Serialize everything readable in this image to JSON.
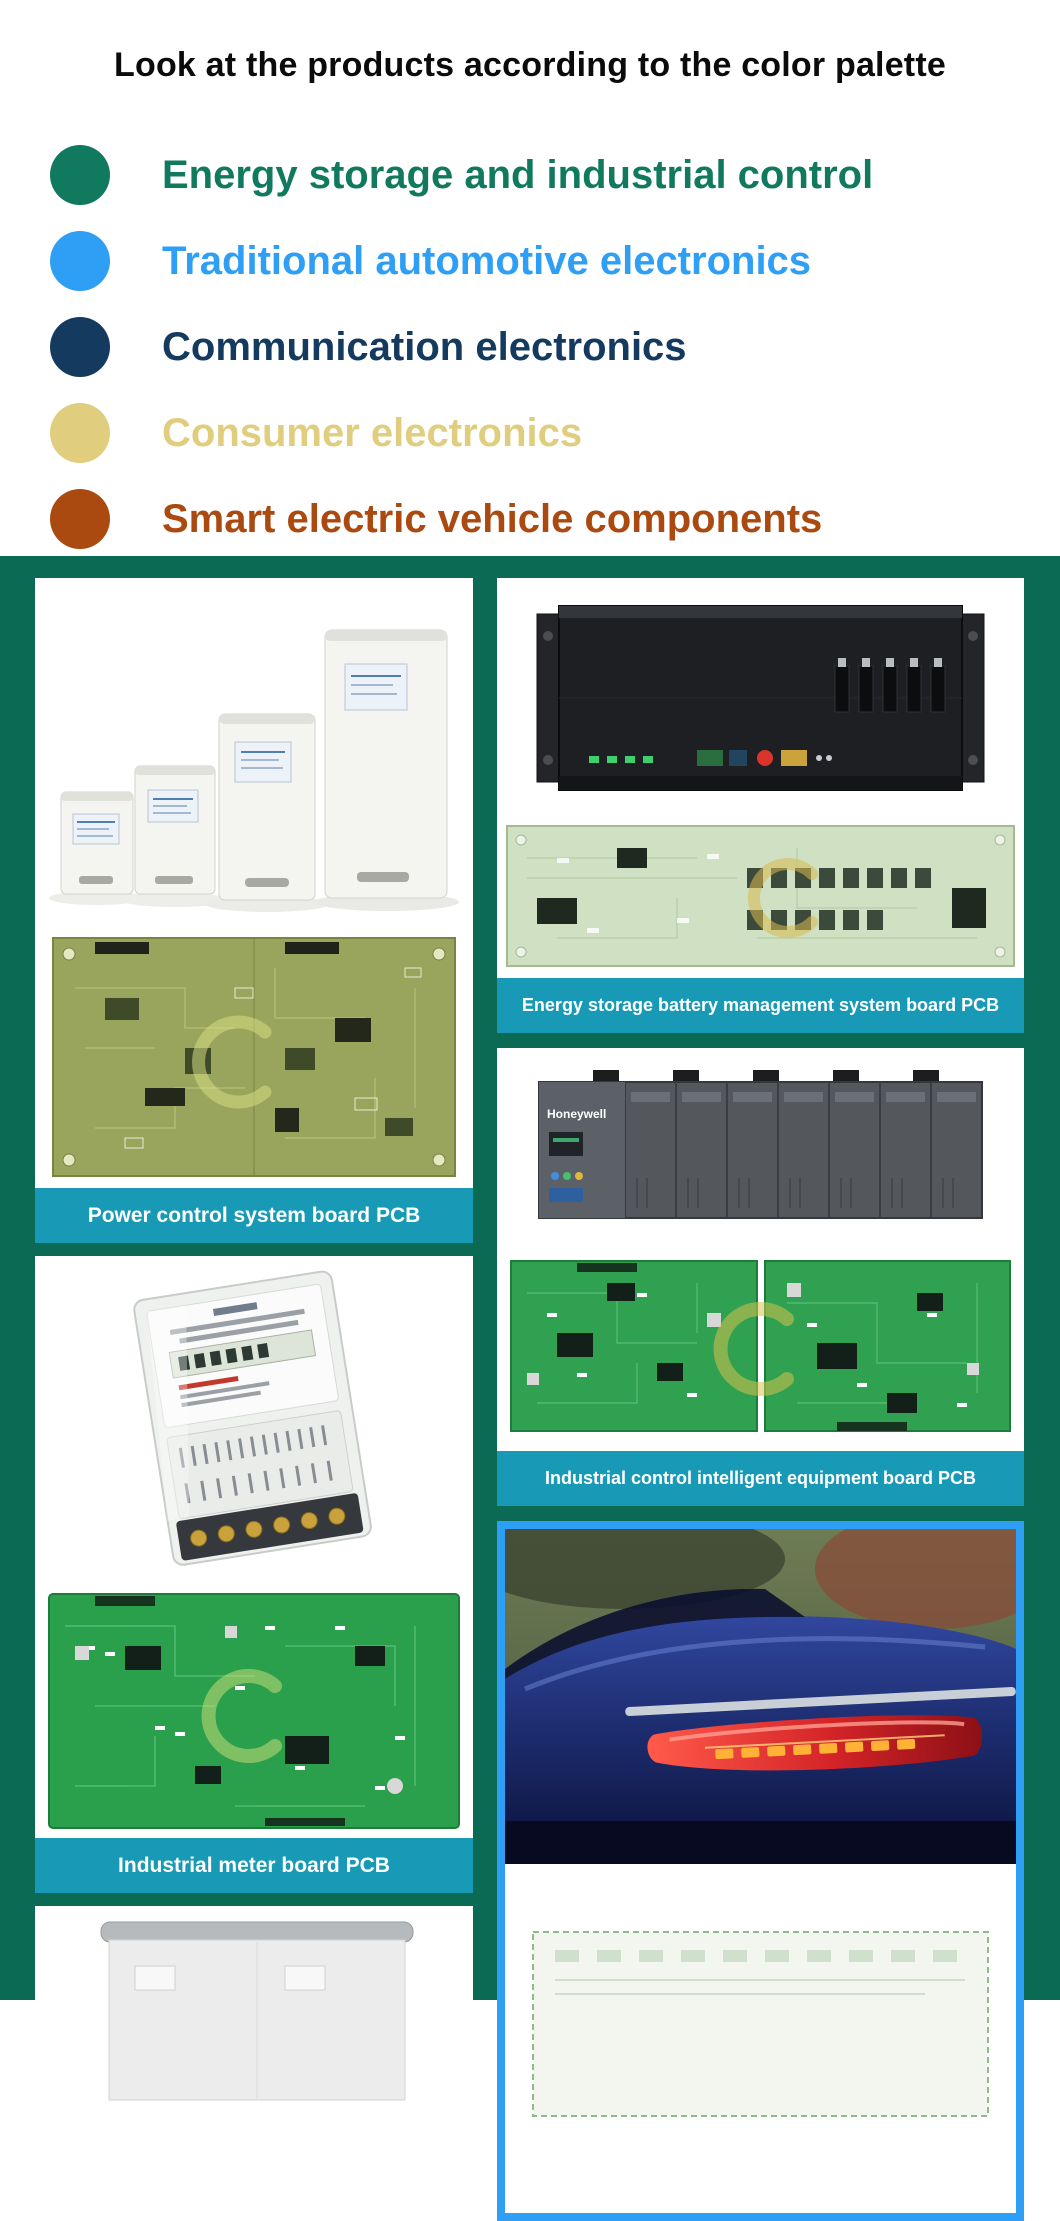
{
  "header": {
    "title": "Look at the products according to the color palette"
  },
  "legend": {
    "items": [
      {
        "label": "Energy storage and industrial control",
        "color": "#117a5e"
      },
      {
        "label": "Traditional automotive electronics",
        "color": "#2f9ff5"
      },
      {
        "label": "Communication electronics",
        "color": "#143a5f"
      },
      {
        "label": "Consumer electronics",
        "color": "#e0cd7e"
      },
      {
        "label": "Smart electric vehicle components",
        "color": "#ab4a10"
      }
    ]
  },
  "products": {
    "power_control": {
      "caption": "Power control system board PCB"
    },
    "energy_storage": {
      "caption": "Energy storage battery management system board PCB"
    },
    "industrial_control": {
      "caption": "Industrial control intelligent  equipment board PCB",
      "brand": "Honeywell"
    },
    "industrial_meter": {
      "caption": "Industrial meter board PCB"
    }
  },
  "colors": {
    "section_background": "#0a6a54",
    "caption_bar": "#189ab6",
    "automotive_border": "#2f9ff5"
  }
}
